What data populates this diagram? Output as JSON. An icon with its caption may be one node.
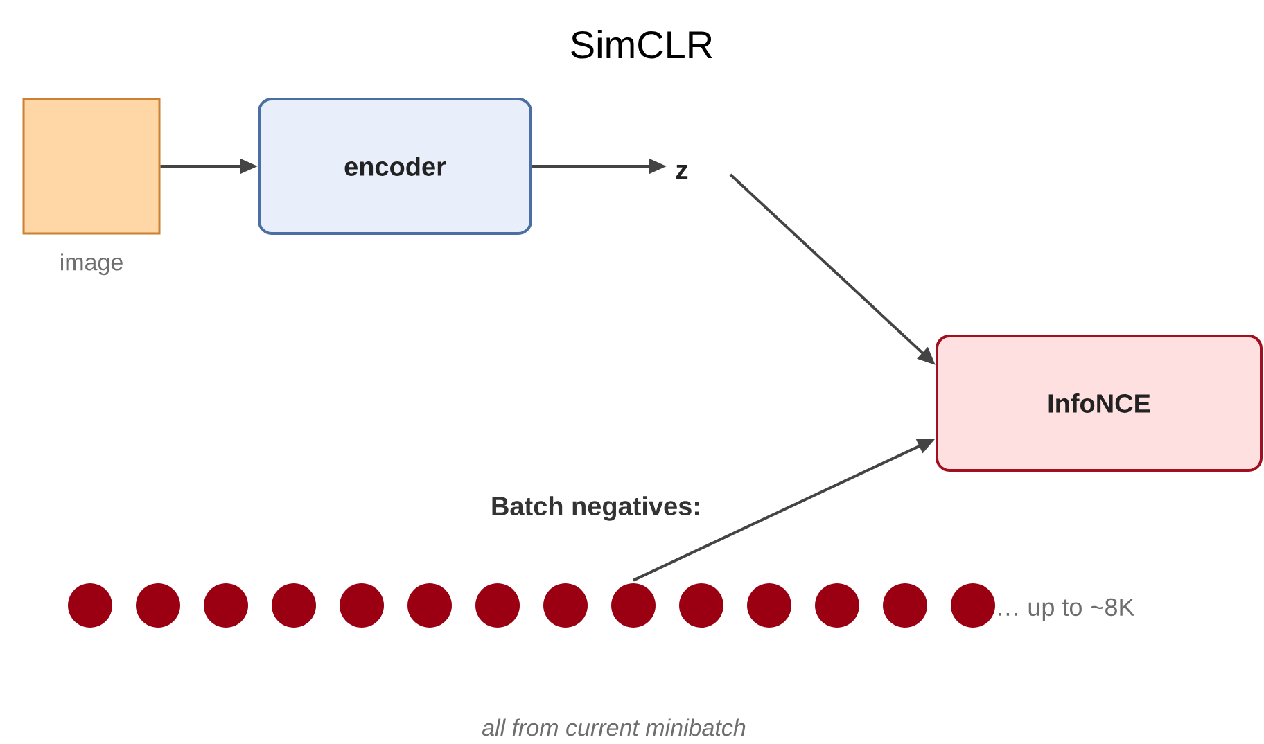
{
  "diagram": {
    "title": "SimCLR",
    "nodes": [
      {
        "text": [],
        "shape": "box",
        "beside": [
          "image"
        ]
      },
      {
        "text": [
          "encoder"
        ]
      },
      {
        "text": [
          "z"
        ]
      },
      {
        "text": [
          "InfoNCE"
        ]
      },
      {
        "text": [],
        "shape": "circle"
      },
      {
        "text": [],
        "shape": "circle"
      },
      {
        "text": [],
        "shape": "circle"
      },
      {
        "text": [],
        "shape": "circle"
      },
      {
        "text": [],
        "shape": "circle"
      },
      {
        "text": [],
        "shape": "circle"
      },
      {
        "text": [],
        "shape": "circle"
      },
      {
        "text": [],
        "shape": "circle"
      },
      {
        "text": [],
        "shape": "circle"
      },
      {
        "text": [],
        "shape": "circle"
      },
      {
        "text": [],
        "shape": "circle"
      },
      {
        "text": [],
        "shape": "circle"
      },
      {
        "text": [],
        "shape": "circle"
      },
      {
        "text": [],
        "shape": "circle"
      }
    ],
    "edges": [
      {
        "from": 0,
        "to": 1,
        "arrow": "to"
      },
      {
        "from": 1,
        "to": 2,
        "arrow": "to"
      },
      {
        "from": 2,
        "to": 3,
        "arrow": "to"
      },
      {
        "from": 12,
        "to": 3,
        "arrow": "to"
      }
    ],
    "labels": [
      "Batch negatives:",
      "… up to ~8K",
      "all from current minibatch"
    ]
  }
}
